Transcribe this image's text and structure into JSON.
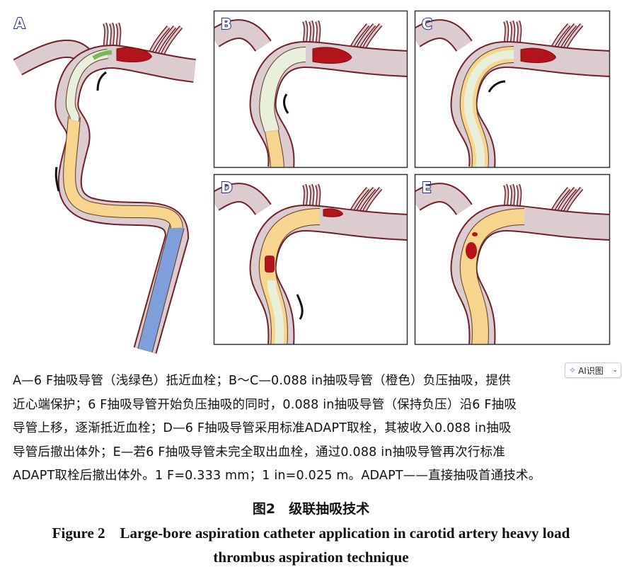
{
  "figure": {
    "panels": [
      {
        "id": "A",
        "label": "A"
      },
      {
        "id": "B",
        "label": "B"
      },
      {
        "id": "C",
        "label": "C"
      },
      {
        "id": "D",
        "label": "D"
      },
      {
        "id": "E",
        "label": "E"
      }
    ],
    "colors": {
      "vessel_wall": "#6e2128",
      "vessel_lumen": "#dccbcf",
      "thrombus": "#b3141b",
      "catheter_6f": "#e8f0dc",
      "catheter_6f_tip": "#7bb65a",
      "catheter_088": "#f7d58e",
      "guide_catheter": "#7f9fd8",
      "marker_band": "#5a4630",
      "label_color": "#1f2f8a"
    }
  },
  "caption": {
    "lines": [
      "A—6 F抽吸导管（浅绿色）抵近血栓；B～C—0.088 in抽吸导管（橙色）负压抽吸，提供",
      "近心端保护；6 F抽吸导管开始负压抽吸的同时，0.088 in抽吸导管（保持负压）沿6 F抽吸",
      "导管上移，逐渐抵近血栓；D—6 F抽吸导管采用标准ADAPT取栓，其被收入0.088 in抽吸",
      "导管后撤出体外；E—若6 F抽吸导管未完全取出血栓，通过0.088 in抽吸导管再次行标准",
      "ADAPT取栓后撤出体外。1 F=0.333 mm；1 in=0.025 m。ADAPT——直接抽吸首通技术。"
    ],
    "title_zh": "图2　级联抽吸技术",
    "title_en_line1": "Figure 2　Large-bore aspiration catheter application in carotid artery heavy load",
    "title_en_line2": "thrombus aspiration technique"
  },
  "ai_button": {
    "label": "AI识图",
    "icon": "sparkle-icon"
  }
}
